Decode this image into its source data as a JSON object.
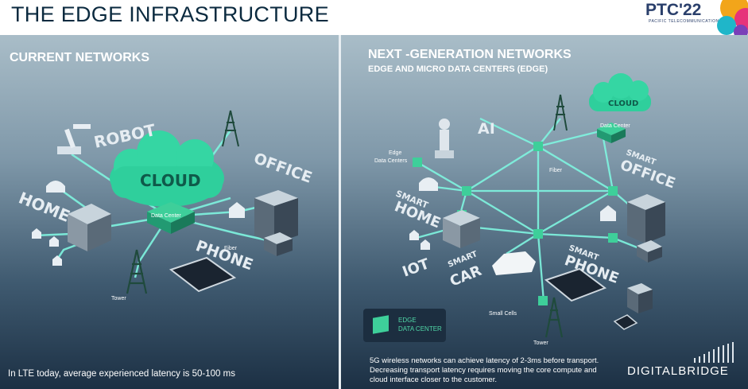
{
  "header": {
    "title": "THE EDGE INFRASTRUCTURE",
    "conference_logo": "PTC'22",
    "conference_sub": "PACIFIC TELECOMMUNICATIONS COUNCIL"
  },
  "left": {
    "section_title": "CURRENT NETWORKS",
    "labels": {
      "robot": "ROBOT",
      "cloud": "CLOUD",
      "office": "OFFICE",
      "home": "HOME",
      "phone": "PHONE",
      "data_center": "Data Center",
      "fiber": "Fiber",
      "tower": "Tower"
    },
    "caption": "In LTE today, average experienced latency is 50-100 ms"
  },
  "right": {
    "section_title": "NEXT -GENERATION NETWORKS",
    "section_subtitle": "EDGE AND MICRO DATA CENTERS (EDGE)",
    "labels": {
      "ai": "AI",
      "cloud": "CLOUD",
      "data_center": "Data Center",
      "edge_data_centers": "Edge Data Centers",
      "smart_home_1": "SMART",
      "smart_home_2": "HOME",
      "smart_office_1": "SMART",
      "smart_office_2": "OFFICE",
      "iot": "IOT",
      "smart_car_1": "SMART",
      "smart_car_2": "CAR",
      "smart_phone_1": "SMART",
      "smart_phone_2": "PHONE",
      "fiber": "Fiber",
      "small_cells": "Small Cells",
      "tower": "Tower"
    },
    "legend": {
      "line1": "EDGE",
      "line2": "DATA CENTER"
    },
    "caption": "5G wireless networks can achieve latency of 2-3ms before transport. Decreasing transport latency requires moving the core compute and cloud interface closer to the customer.",
    "brand_logo": "DIGITALBRIDGE"
  },
  "colors": {
    "accent_green": "#3ecf9a",
    "link_cyan": "#7ff5e0",
    "header_text": "#0b2a3f"
  }
}
